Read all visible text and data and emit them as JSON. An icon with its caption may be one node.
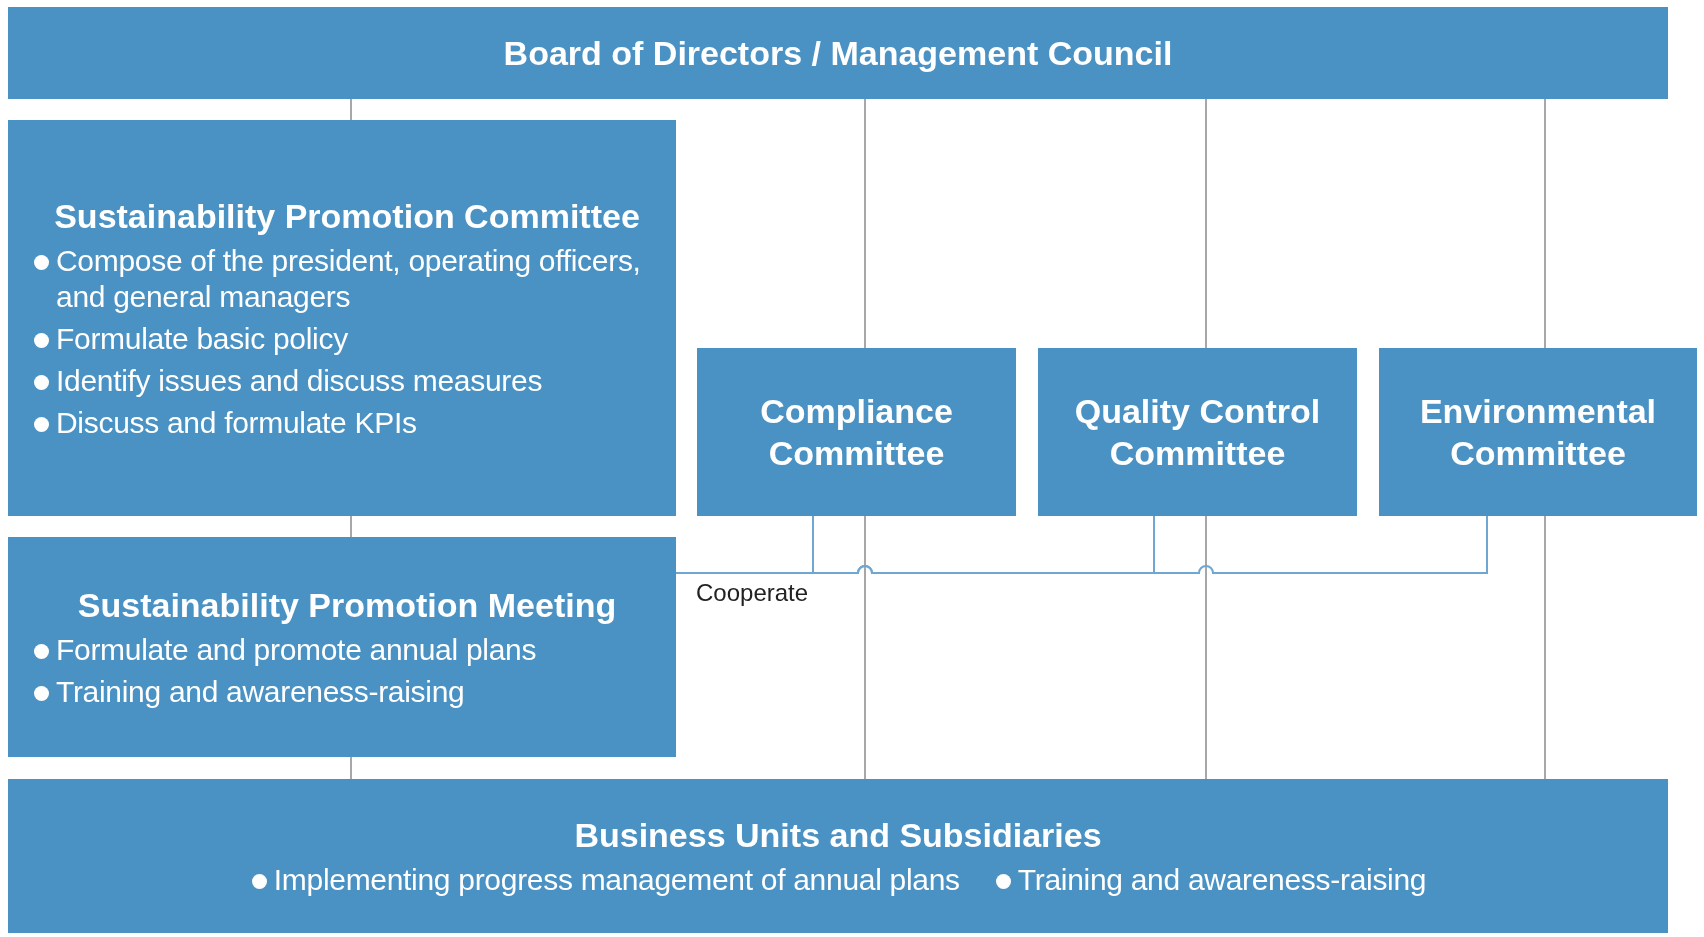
{
  "diagram": {
    "nodes": [
      {
        "text": [
          "Board of Directors / Management Council"
        ]
      },
      {
        "text": [
          "Sustainability Promotion Committee",
          "Compose of the president, operating officers, and general managers",
          "Formulate basic policy",
          "Identify issues and discuss measures",
          "Discuss and formulate KPIs"
        ]
      },
      {
        "text": [
          "Sustainability Promotion Meeting",
          "Formulate and promote annual plans",
          "Training and awareness-raising"
        ]
      },
      {
        "text": [
          "Compliance Committee"
        ]
      },
      {
        "text": [
          "Quality Control Committee"
        ]
      },
      {
        "text": [
          "Environmental Committee"
        ]
      },
      {
        "text": [
          "Business Units and Subsidiaries",
          "Implementing progress management of annual plans",
          "Training and awareness-raising"
        ]
      }
    ],
    "edges": [
      {
        "from": 0,
        "to": 1,
        "arrow": "none"
      },
      {
        "from": 1,
        "to": 2,
        "arrow": "none"
      },
      {
        "from": 2,
        "to": 6,
        "arrow": "none"
      },
      {
        "from": 0,
        "to": 3,
        "arrow": "none"
      },
      {
        "from": 3,
        "to": 6,
        "arrow": "none"
      },
      {
        "from": 0,
        "to": 4,
        "arrow": "none"
      },
      {
        "from": 4,
        "to": 6,
        "arrow": "none"
      },
      {
        "from": 0,
        "to": 5,
        "arrow": "none"
      },
      {
        "from": 5,
        "to": 6,
        "arrow": "none"
      },
      {
        "from": 2,
        "to": 3,
        "arrow": "none",
        "color": "#6ea6d4",
        "label": "Cooperate"
      },
      {
        "from": 2,
        "to": 4,
        "arrow": "none",
        "color": "#6ea6d4"
      },
      {
        "from": 2,
        "to": 5,
        "arrow": "none",
        "color": "#6ea6d4"
      }
    ]
  }
}
